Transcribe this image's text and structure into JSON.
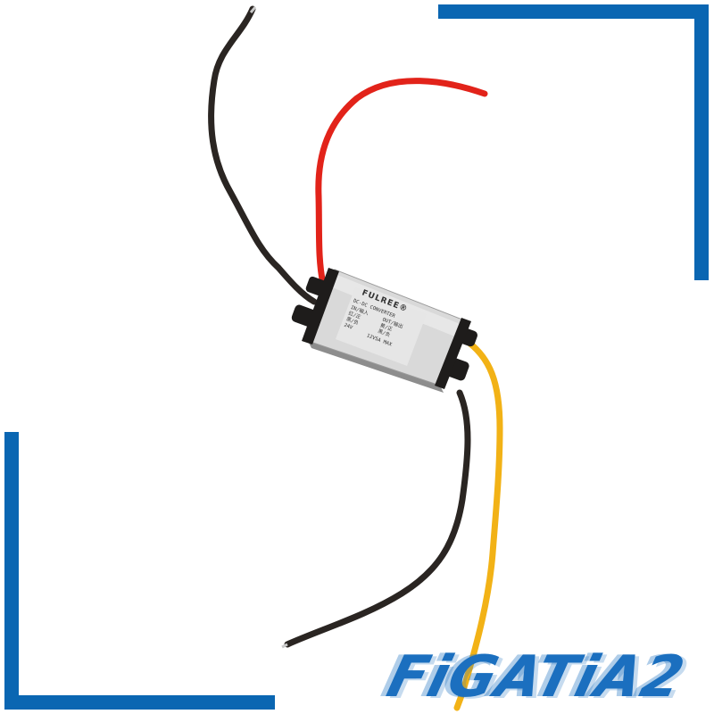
{
  "image": {
    "subject": "DC-DC converter module with four lead wires",
    "background_color": "#ffffff"
  },
  "frame": {
    "accent_color": "#0a66b2",
    "corners": [
      "top-right-bracket",
      "bottom-left-bracket"
    ]
  },
  "device": {
    "brand": "FULREE®",
    "label_lines": [
      "DC-DC CONVERTER",
      "IN/输入",
      "红/正",
      "黑/负",
      "24V",
      "OUT/输出",
      "黄/正",
      "黑/负",
      "12V5A MAX"
    ],
    "input_voltage": "24V",
    "output_rating": "12V5A MAX",
    "wires": [
      {
        "name": "input-negative",
        "color": "#2a2522"
      },
      {
        "name": "input-positive",
        "color": "#e2231a"
      },
      {
        "name": "output-negative",
        "color": "#2a2522"
      },
      {
        "name": "output-positive",
        "color": "#f2b216"
      }
    ]
  },
  "watermark": {
    "text": "FiGATiA2",
    "color": "#1b6fbf"
  }
}
